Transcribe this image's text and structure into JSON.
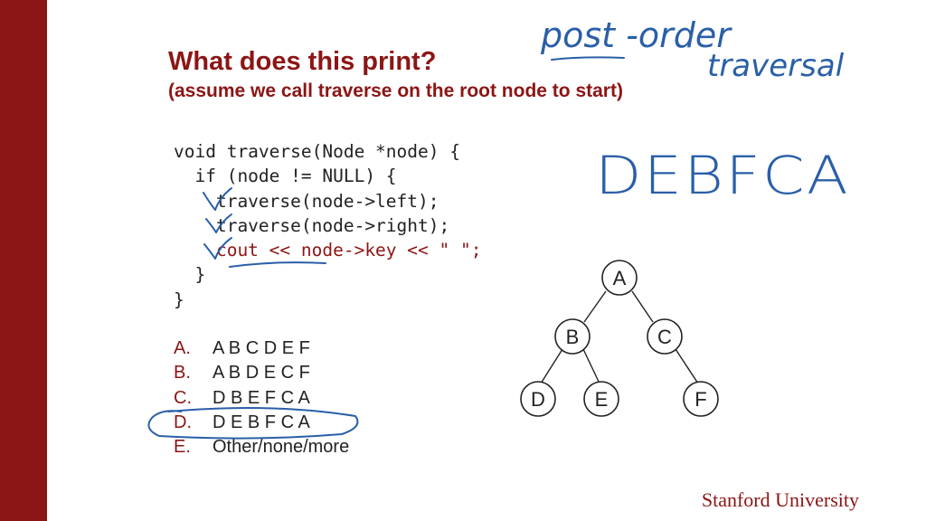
{
  "slide": {
    "title": "What does this print?",
    "subtitle": "(assume we call traverse on the root node to start)",
    "footer": "Stanford University",
    "accent_color": "#8c1515",
    "ink_color": "#2a5fa8"
  },
  "code": {
    "lines": [
      "void traverse(Node *node) {",
      "  if (node != NULL) {",
      "    traverse(node->left);",
      "    traverse(node->right);",
      "    cout << node->key << \" \";",
      "  }",
      "}"
    ],
    "highlighted_line": 4
  },
  "options": [
    {
      "letter": "A.",
      "text": "A B C D E F"
    },
    {
      "letter": "B.",
      "text": "A B D E C F"
    },
    {
      "letter": "C.",
      "text": "D B E F C A"
    },
    {
      "letter": "D.",
      "text": "D E B F C A"
    },
    {
      "letter": "E.",
      "text": "Other/none/more"
    }
  ],
  "annotations": {
    "note_line1": "post -order",
    "note_line2": "traversal",
    "answer": "DEBFCA",
    "circled_option": "D.",
    "checked_code_lines": [
      2,
      3,
      4
    ]
  },
  "tree": {
    "nodes": [
      {
        "key": "A",
        "parent": null
      },
      {
        "key": "B",
        "parent": "A"
      },
      {
        "key": "C",
        "parent": "A"
      },
      {
        "key": "D",
        "parent": "B"
      },
      {
        "key": "E",
        "parent": "B"
      },
      {
        "key": "F",
        "parent": "C"
      }
    ]
  }
}
